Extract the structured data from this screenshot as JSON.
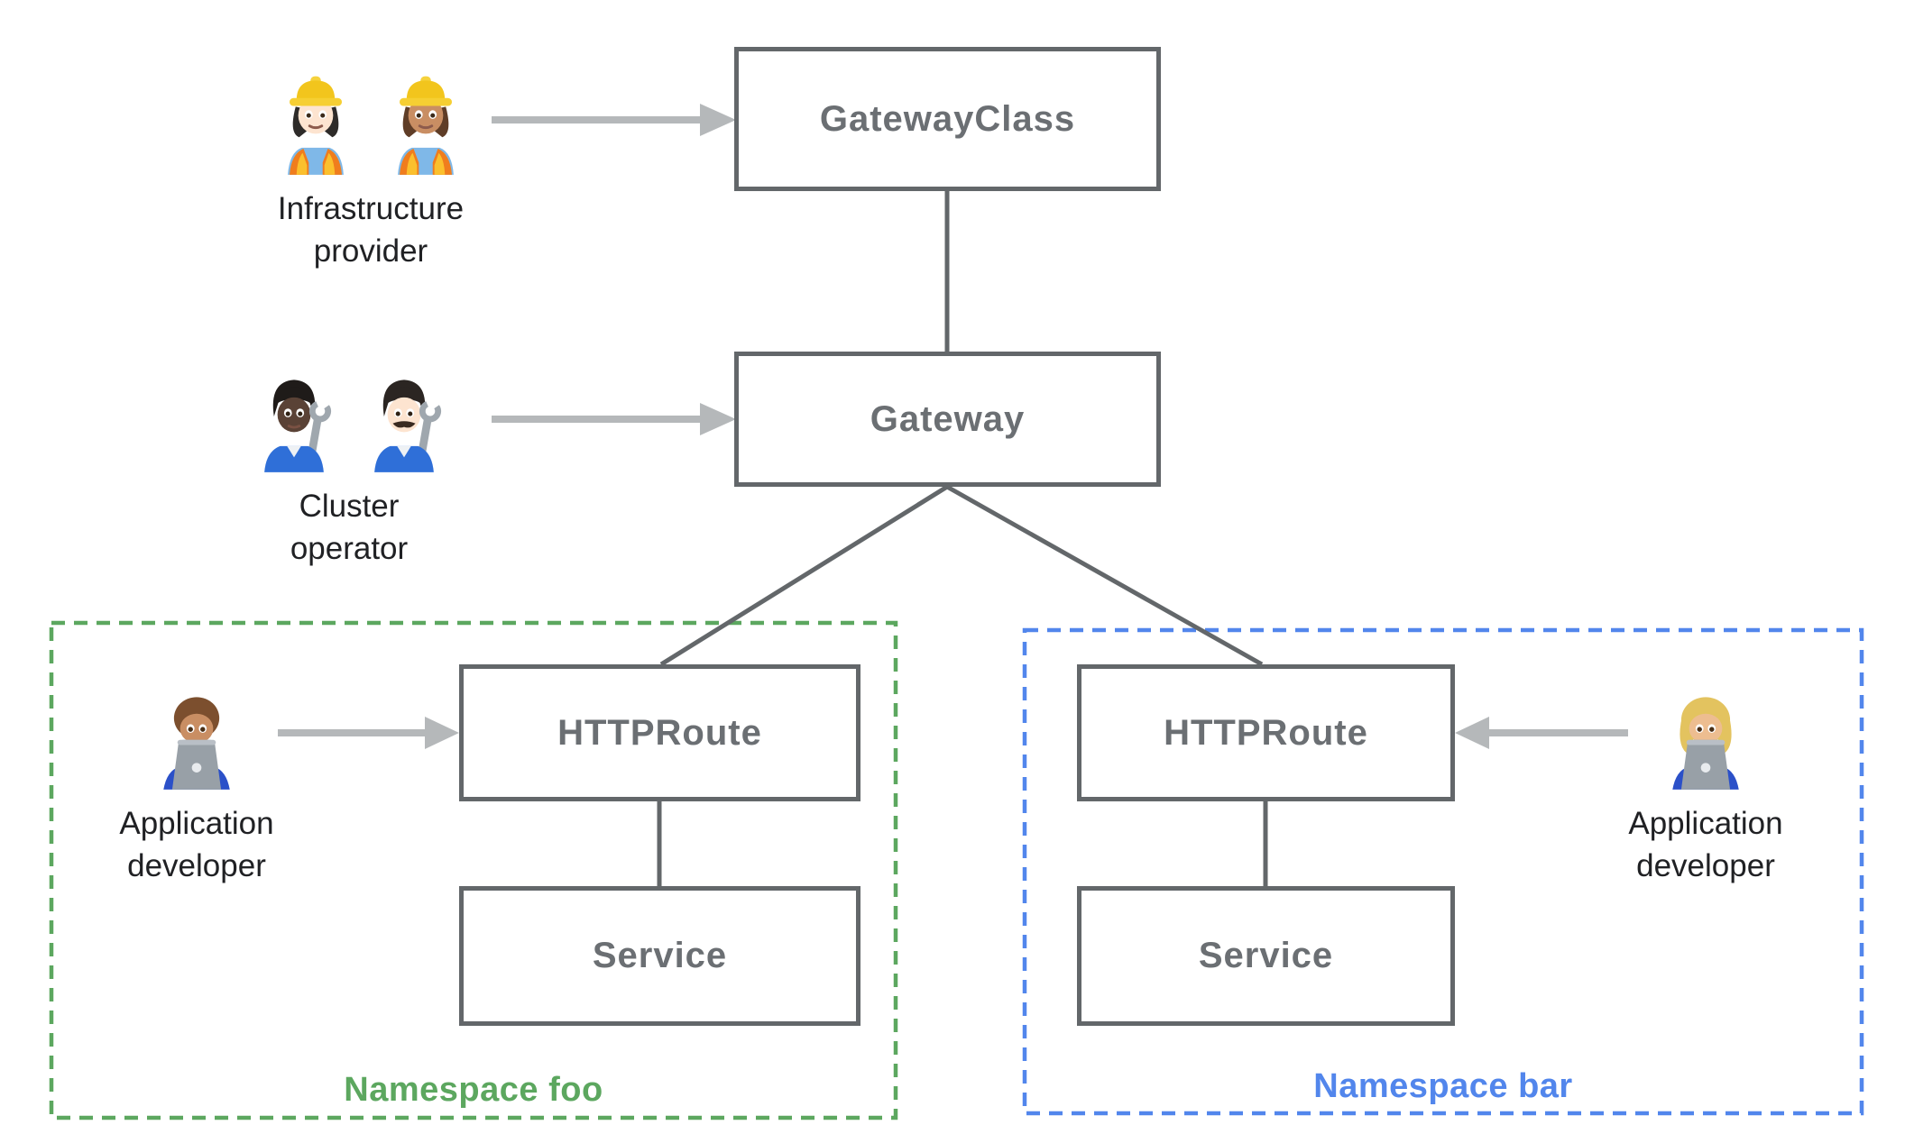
{
  "palette": {
    "border": "#63676a",
    "boxtext": "#6b6f73",
    "arrow": "#b5b8ba",
    "label": "#202124",
    "green": "#5ca75f",
    "blue": "#5286ec"
  },
  "nodes": {
    "gateway_class": {
      "label": "GatewayClass"
    },
    "gateway": {
      "label": "Gateway"
    },
    "httproute_foo": {
      "label": "HTTPRoute"
    },
    "service_foo": {
      "label": "Service"
    },
    "httproute_bar": {
      "label": "HTTPRoute"
    },
    "service_bar": {
      "label": "Service"
    }
  },
  "namespaces": {
    "foo": {
      "label": "Namespace foo",
      "color": "#5ca75f"
    },
    "bar": {
      "label": "Namespace bar",
      "color": "#5286ec"
    }
  },
  "personas": [
    {
      "id": "infrastructure-provider",
      "label_line1": "Infrastructure",
      "label_line2": "provider",
      "icons": [
        {
          "name": "woman-construction-worker-light-icon",
          "type": "construction-worker",
          "skin": "#fde4d0",
          "hair": "#2e2b29"
        },
        {
          "name": "woman-construction-worker-medium-icon",
          "type": "construction-worker",
          "skin": "#c98e63",
          "hair": "#5f3d27"
        }
      ]
    },
    {
      "id": "cluster-operator",
      "label_line1": "Cluster",
      "label_line2": "operator",
      "icons": [
        {
          "name": "person-mechanic-dark-icon",
          "type": "mechanic",
          "skin": "#5a4236",
          "hair": "#1f1b19",
          "mustache": false
        },
        {
          "name": "man-mechanic-light-icon",
          "type": "mechanic",
          "skin": "#fde4d0",
          "hair": "#2b2522",
          "mustache": true
        }
      ]
    },
    {
      "id": "application-developer-foo",
      "label_line1": "Application",
      "label_line2": "developer",
      "icons": [
        {
          "name": "man-technologist-medium-icon",
          "type": "technologist",
          "skin": "#c98e63",
          "hair": "#7c4f2e",
          "long_hair": false
        }
      ]
    },
    {
      "id": "application-developer-bar",
      "label_line1": "Application",
      "label_line2": "developer",
      "icons": [
        {
          "name": "woman-technologist-blonde-icon",
          "type": "technologist",
          "skin": "#edbd90",
          "hair": "#e3c35f",
          "long_hair": true
        }
      ]
    }
  ]
}
